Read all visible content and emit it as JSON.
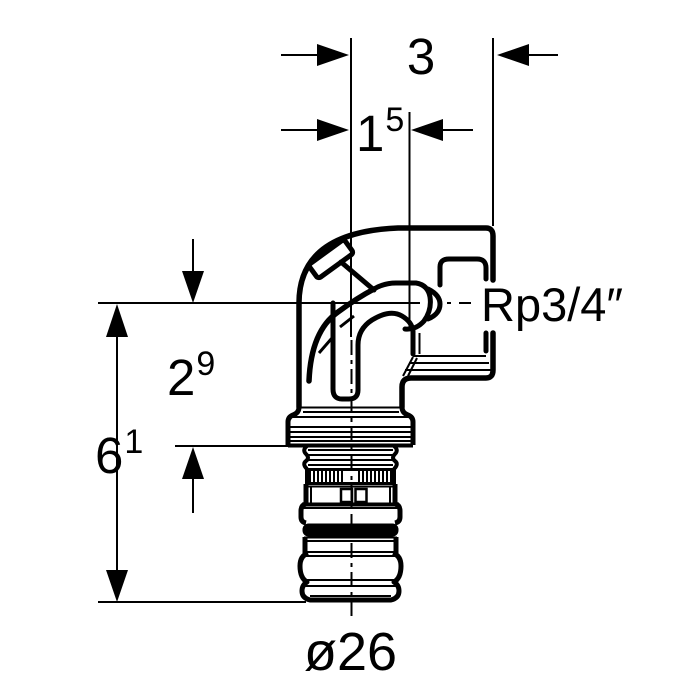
{
  "drawing": {
    "description": "Technical dimension drawing of a 90-degree elbow press fitting with female thread",
    "line_color": "#000000",
    "background_color": "#ffffff"
  },
  "dimensions": {
    "width_total": "3",
    "width_offset": {
      "main": "1",
      "sup": "5"
    },
    "height_upper": {
      "main": "2",
      "sup": "9"
    },
    "height_total": {
      "main": "6",
      "sup": "1"
    }
  },
  "labels": {
    "thread": "Rp3/4″",
    "diameter": "ø26"
  }
}
